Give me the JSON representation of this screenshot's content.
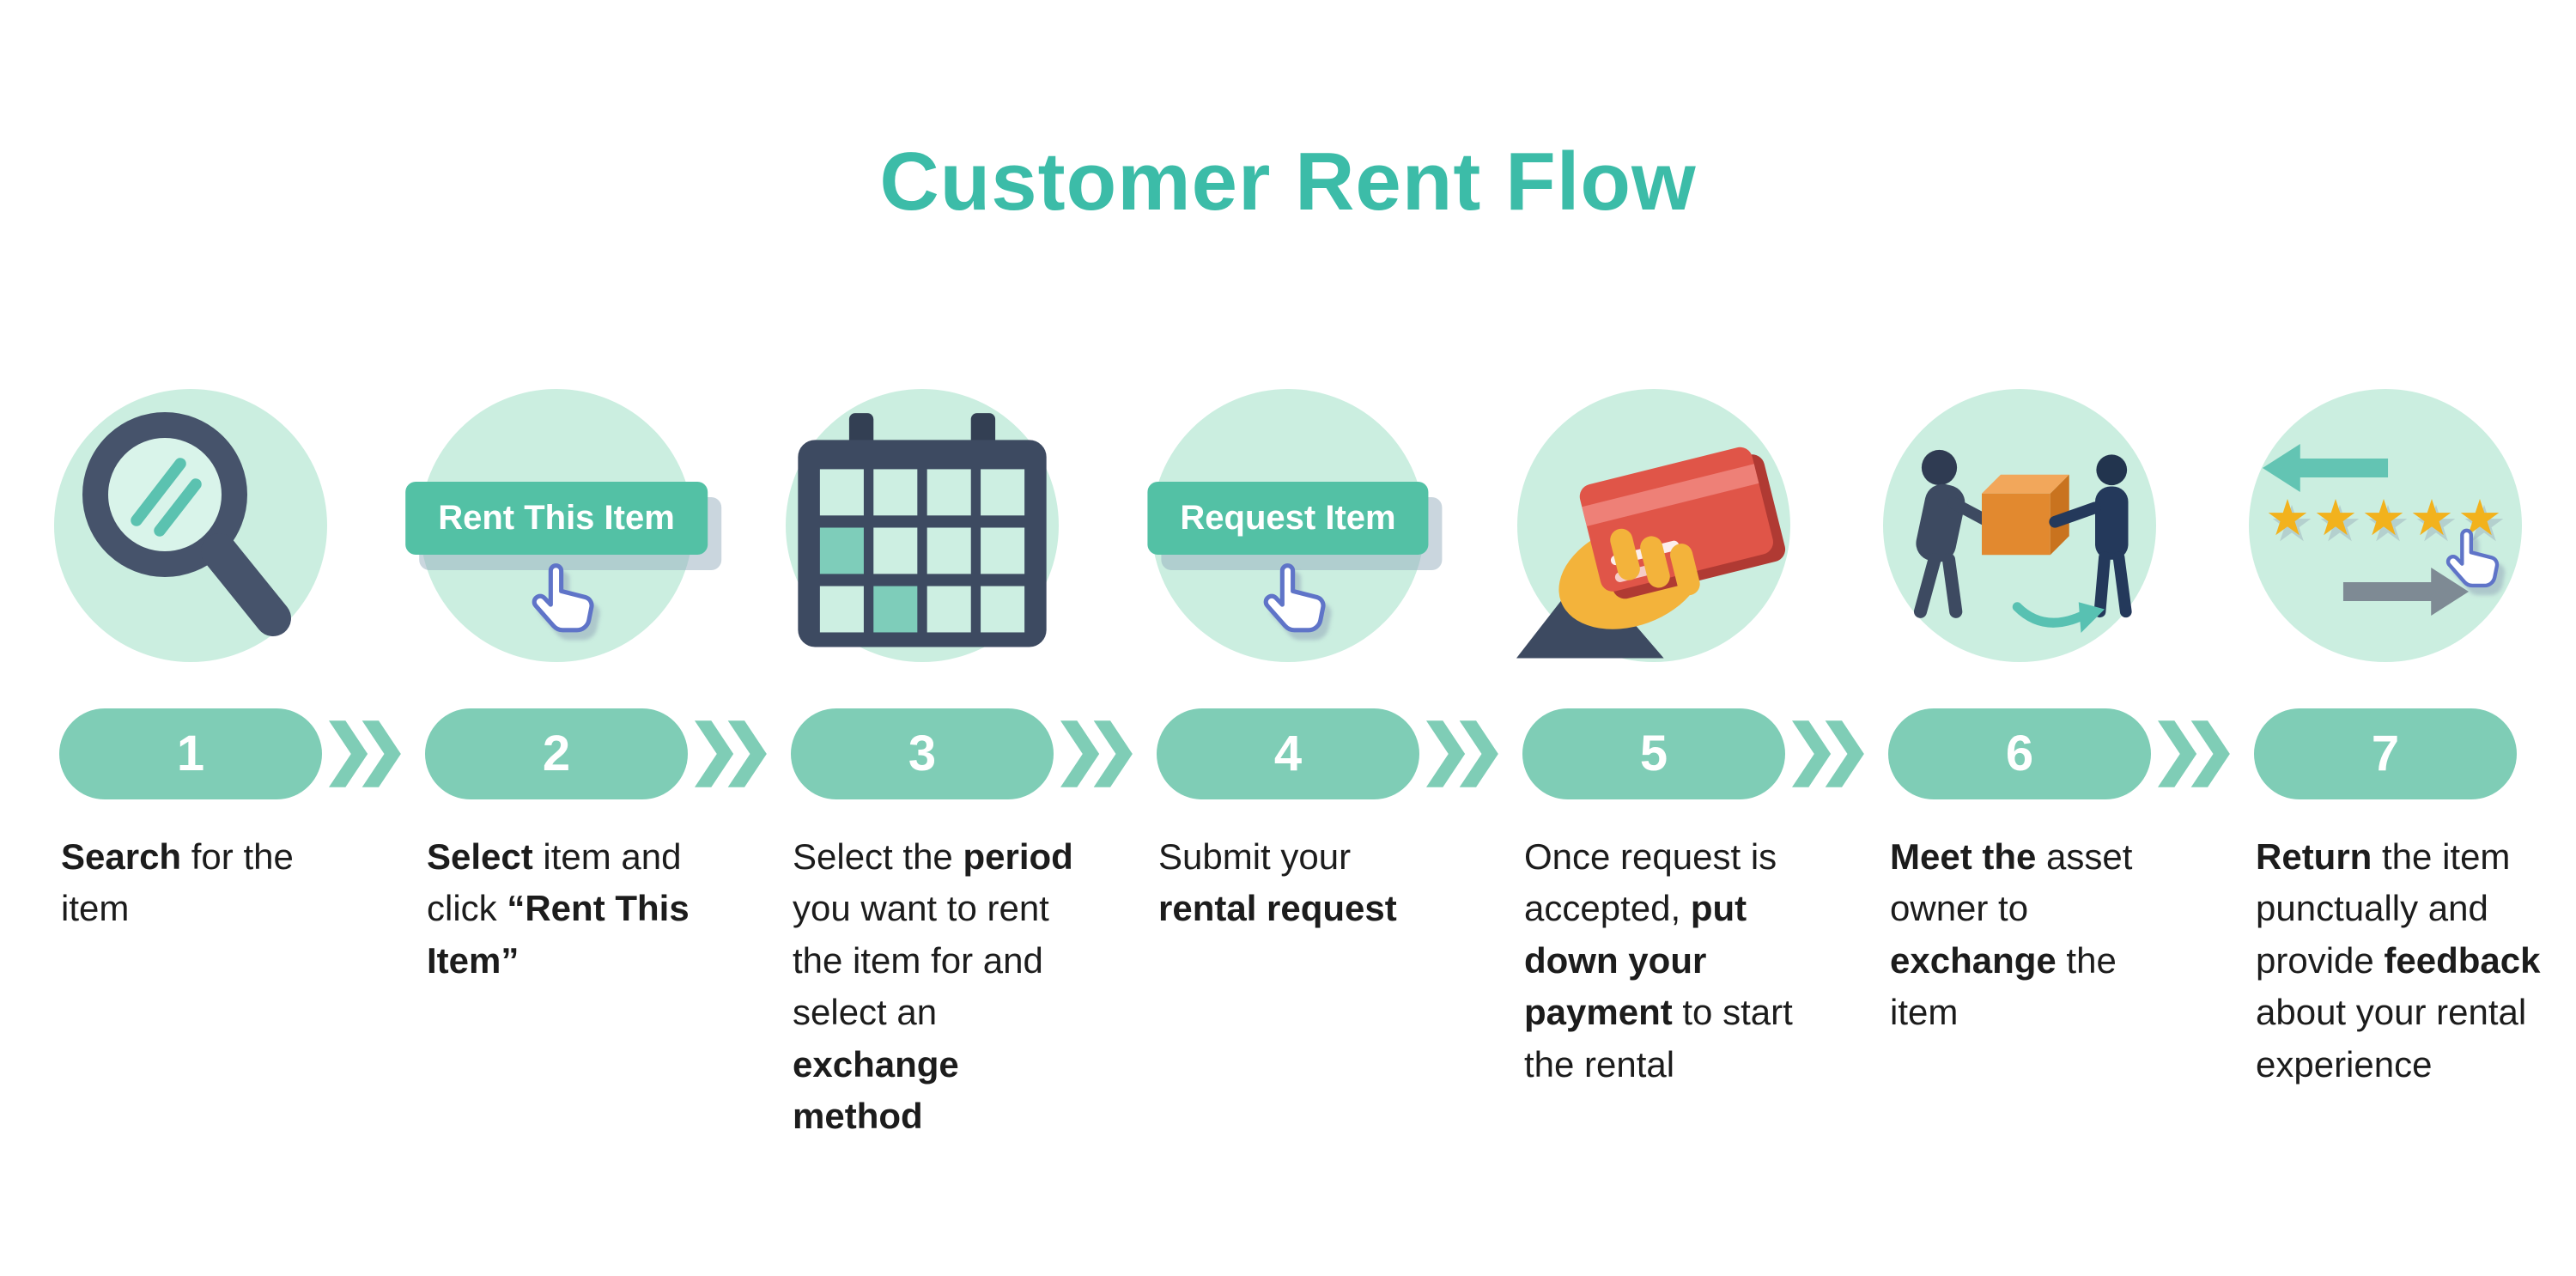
{
  "title": "Customer Rent Flow",
  "colors": {
    "title": "#3CBCA8",
    "circle_bg": "#CBEEE0",
    "pill": "#7FCDB6",
    "chevron": "#7FCDB6",
    "button_bg": "#53C1A5",
    "button_text": "#FFFFFF",
    "text": "#1C1C1C",
    "star": "#F2B21D"
  },
  "steps": [
    {
      "number": "1",
      "icon": "magnifier-icon",
      "description": [
        {
          "text": "Search",
          "bold": true
        },
        {
          "text": " for the item",
          "bold": false
        }
      ]
    },
    {
      "number": "2",
      "icon": "rent-this-item-button",
      "button_label": "Rent This Item",
      "description": [
        {
          "text": "Select",
          "bold": true
        },
        {
          "text": " item and click ",
          "bold": false
        },
        {
          "text": "“Rent This Item”",
          "bold": true
        }
      ]
    },
    {
      "number": "3",
      "icon": "calendar-icon",
      "description": [
        {
          "text": "Select the ",
          "bold": false
        },
        {
          "text": "period",
          "bold": true
        },
        {
          "text": " you want to rent the item for and select an ",
          "bold": false
        },
        {
          "text": "exchange method",
          "bold": true
        }
      ]
    },
    {
      "number": "4",
      "icon": "request-item-button",
      "button_label": "Request Item",
      "description": [
        {
          "text": "Submit your ",
          "bold": false
        },
        {
          "text": "rental request",
          "bold": true
        }
      ]
    },
    {
      "number": "5",
      "icon": "payment-card-icon",
      "description": [
        {
          "text": "Once request is accepted, ",
          "bold": false
        },
        {
          "text": "put down your payment",
          "bold": true
        },
        {
          "text": " to start the rental",
          "bold": false
        }
      ]
    },
    {
      "number": "6",
      "icon": "exchange-people-icon",
      "description": [
        {
          "text": "Meet the",
          "bold": true
        },
        {
          "text": " asset owner to ",
          "bold": false
        },
        {
          "text": "exchange",
          "bold": true
        },
        {
          "text": " the item",
          "bold": false
        }
      ]
    },
    {
      "number": "7",
      "icon": "rating-feedback-icon",
      "stars": 5,
      "description": [
        {
          "text": "Return",
          "bold": true
        },
        {
          "text": " the item punctually and provide ",
          "bold": false
        },
        {
          "text": "feedback",
          "bold": true
        },
        {
          "text": " about your rental experience",
          "bold": false
        }
      ]
    }
  ]
}
